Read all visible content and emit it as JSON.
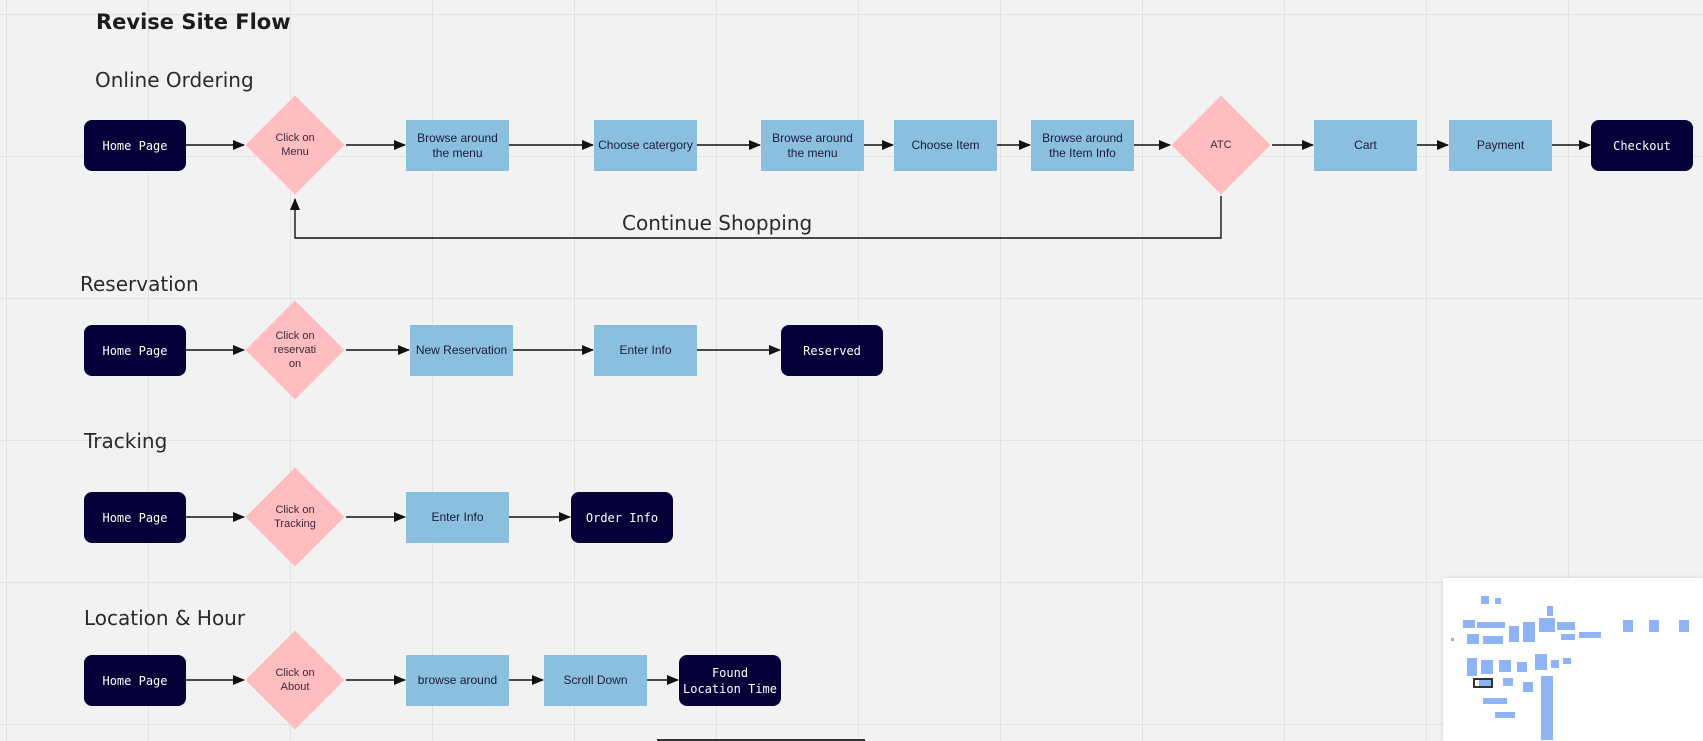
{
  "board_title": "Revise Site Flow",
  "colors": {
    "terminal": "#050038",
    "process": "#8bbfdf",
    "decision": "#ffbdbf",
    "background": "#f2f2f2"
  },
  "sections": {
    "online": {
      "title": "Online Ordering",
      "nodes": {
        "home": "Home Page",
        "click_menu": "Click on Menu",
        "browse_menu_1": "Browse around the menu",
        "choose_category": "Choose catergory",
        "browse_menu_2": "Browse around the menu",
        "choose_item": "Choose Item",
        "browse_item_info": "Browse around the Item Info",
        "atc": "ATC",
        "cart": "Cart",
        "payment": "Payment",
        "checkout": "Checkout"
      },
      "loop_label": "Continue Shopping"
    },
    "reservation": {
      "title": "Reservation",
      "nodes": {
        "home": "Home Page",
        "click_reservation": "Click on reservati on",
        "new_reservation": "New Reservation",
        "enter_info": "Enter Info",
        "reserved": "Reserved"
      }
    },
    "tracking": {
      "title": "Tracking",
      "nodes": {
        "home": "Home Page",
        "click_tracking": "Click on Tracking",
        "enter_info": "Enter Info",
        "order_info": "Order Info"
      }
    },
    "location": {
      "title": "Location & Hour",
      "nodes": {
        "home": "Home Page",
        "click_about": "Click on About",
        "browse_around": "browse around",
        "scroll_down": "Scroll Down",
        "found_location": "Found Location Time"
      }
    }
  }
}
